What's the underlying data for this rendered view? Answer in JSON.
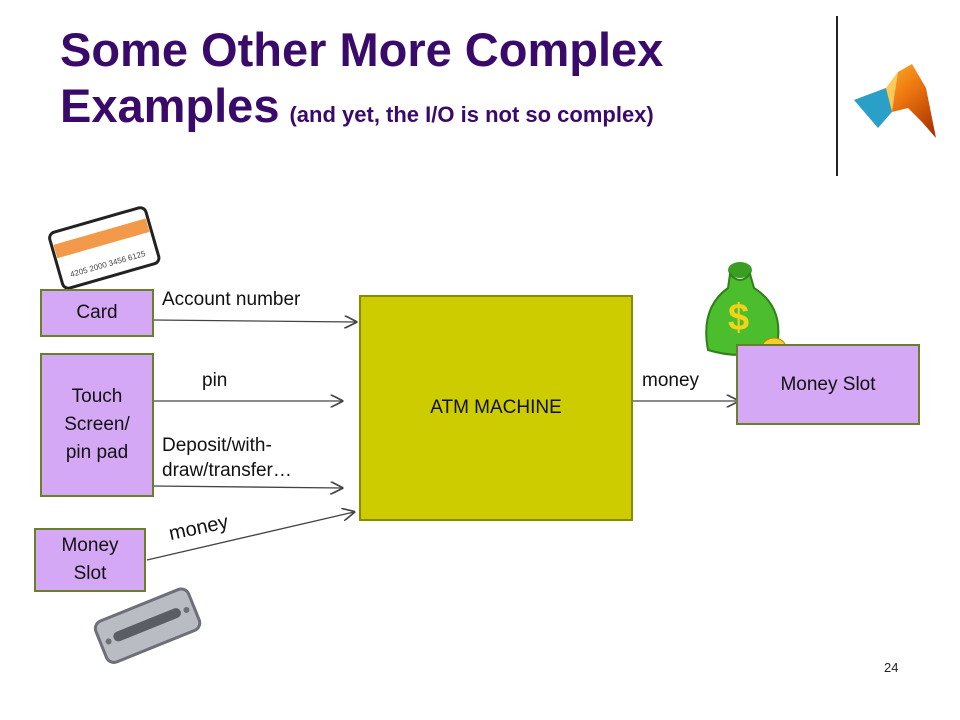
{
  "slide": {
    "title_line1": "Some Other More Complex",
    "title_line2": "Examples",
    "title_sub": "(and yet, the I/O is not so complex)",
    "page_number": "24"
  },
  "boxes": {
    "card": "Card",
    "touch_line1": "Touch",
    "touch_line2": "Screen/",
    "touch_line3": "pin pad",
    "money_slot_in_line1": "Money",
    "money_slot_in_line2": "Slot",
    "atm": "ATM MACHINE",
    "money_slot_out": "Money Slot"
  },
  "arrows": {
    "account": "Account number",
    "pin": "pin",
    "deposit_line1": "Deposit/with-",
    "deposit_line2": "draw/transfer…",
    "money_in": "money",
    "money_out": "money"
  },
  "card_number": "4205 2000 3456 6125",
  "colors": {
    "title": "#3a0a6b",
    "io_box": "#d4a8f4",
    "atm_box": "#cccc00",
    "card_stripe": "#f39a4a",
    "bag": "#4cbd2c"
  }
}
